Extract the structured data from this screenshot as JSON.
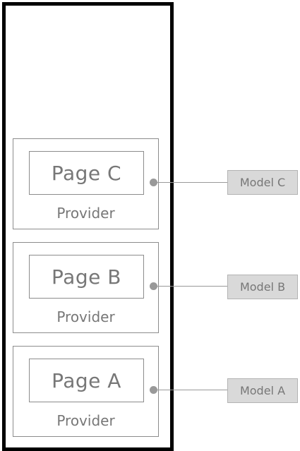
{
  "colors": {
    "frame": "#000000",
    "box_border": "#8c8c8c",
    "text": "#777777",
    "connector": "#999999",
    "model_fill": "#d9d9d9"
  },
  "stack": {
    "layers": [
      {
        "page_label": "Page C",
        "provider_label": "Provider",
        "model_label": "Model C"
      },
      {
        "page_label": "Page B",
        "provider_label": "Provider",
        "model_label": "Model B"
      },
      {
        "page_label": "Page A",
        "provider_label": "Provider",
        "model_label": "Model A"
      }
    ]
  }
}
